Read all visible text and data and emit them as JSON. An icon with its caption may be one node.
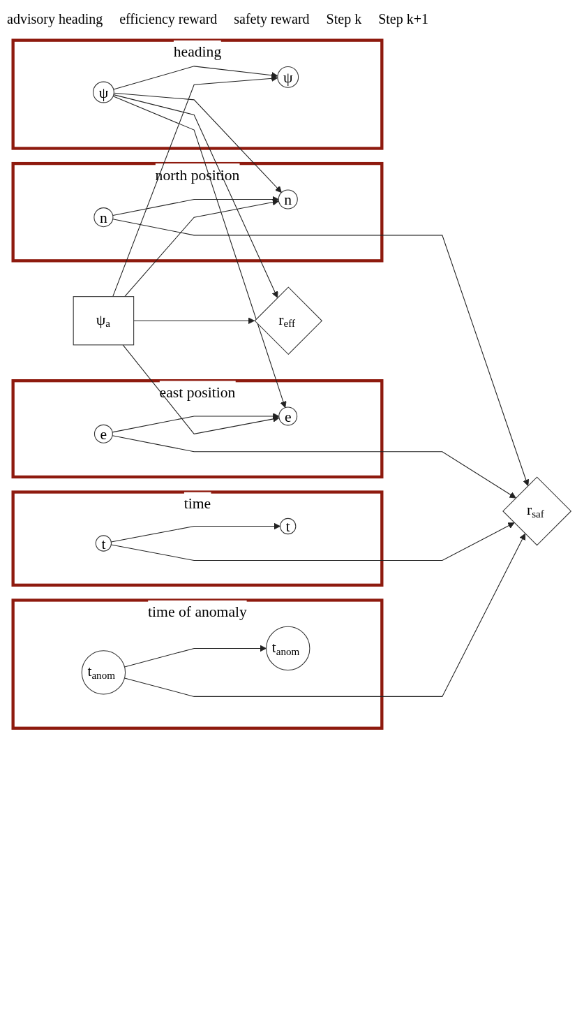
{
  "diagram": {
    "nodes": [
      {
        "text": [
          "ψ$_{a}$"
        ]
      },
      {
        "text": [
          "r$_{eff}$"
        ]
      },
      {
        "text": [
          "heading"
        ]
      },
      {
        "text": [
          "ψ"
        ],
        "in": 2
      },
      {
        "text": [
          "ψ"
        ],
        "in": 2
      },
      {
        "text": [
          "time of anomaly"
        ]
      },
      {
        "text": [
          "t$_{anom}$"
        ],
        "in": 5
      },
      {
        "text": [
          "t$_{anom}$"
        ],
        "in": 5
      },
      {
        "text": [
          "time"
        ]
      },
      {
        "text": [
          "t"
        ],
        "in": 8
      },
      {
        "text": [
          "t"
        ],
        "in": 8
      },
      {
        "text": [
          "east position"
        ]
      },
      {
        "text": [
          "e"
        ],
        "in": 11
      },
      {
        "text": [
          "e"
        ],
        "in": 11
      },
      {
        "text": [
          "north position"
        ]
      },
      {
        "text": [
          "n"
        ],
        "in": 14
      },
      {
        "text": [
          "n"
        ],
        "in": 14
      },
      {
        "text": [
          "r$_{saf}$"
        ]
      }
    ],
    "edges": [
      {
        "from": 0,
        "to": 1,
        "arrow": "to"
      },
      {
        "from": 0,
        "to": 4,
        "arrow": "to"
      },
      {
        "from": 0,
        "to": 13,
        "arrow": "to"
      },
      {
        "from": 0,
        "to": 16,
        "arrow": "to"
      },
      {
        "from": 3,
        "to": 1,
        "arrow": "to"
      },
      {
        "from": 3,
        "to": 4,
        "arrow": "to"
      },
      {
        "from": 3,
        "to": 13,
        "arrow": "to"
      },
      {
        "from": 3,
        "to": 16,
        "arrow": "to"
      },
      {
        "from": 6,
        "to": 7,
        "arrow": "to"
      },
      {
        "from": 6,
        "to": 17,
        "arrow": "to"
      },
      {
        "from": 9,
        "to": 10,
        "arrow": "to"
      },
      {
        "from": 9,
        "to": 17,
        "arrow": "to"
      },
      {
        "from": 12,
        "to": 13,
        "arrow": "to"
      },
      {
        "from": 12,
        "to": 17,
        "arrow": "to"
      },
      {
        "from": 15,
        "to": 16,
        "arrow": "to"
      },
      {
        "from": 15,
        "to": 17,
        "arrow": "to"
      }
    ],
    "labels": [
      "advisory heading",
      "efficiency reward",
      "safety reward",
      "Step k",
      "Step k+1"
    ]
  }
}
